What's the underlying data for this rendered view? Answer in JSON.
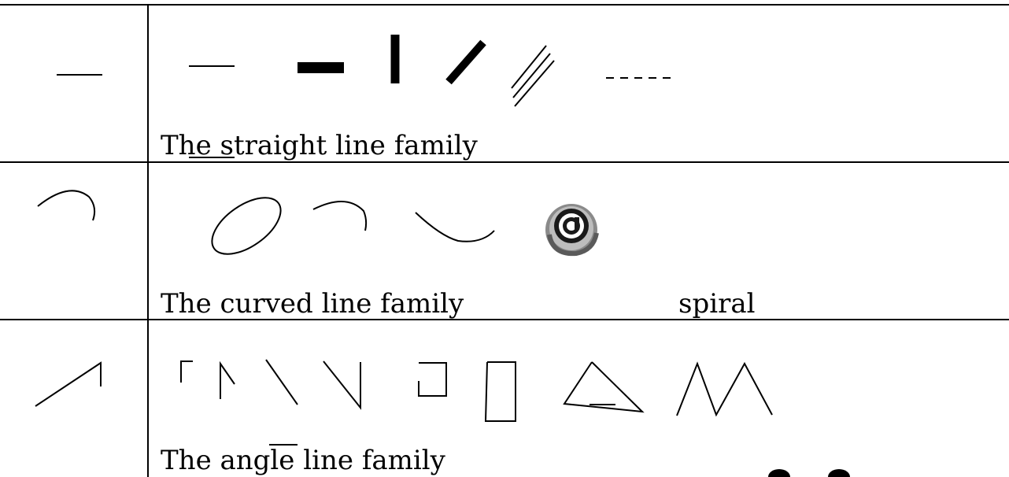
{
  "rows": [
    {
      "id": "straight",
      "caption": "The straight line family"
    },
    {
      "id": "curved",
      "caption": "The curved line family",
      "extra_label": "spiral"
    },
    {
      "id": "angle",
      "caption": "The angle line family"
    }
  ],
  "colors": {
    "ink": "#000000",
    "background": "#ffffff",
    "spiral_gray": "#808080"
  }
}
